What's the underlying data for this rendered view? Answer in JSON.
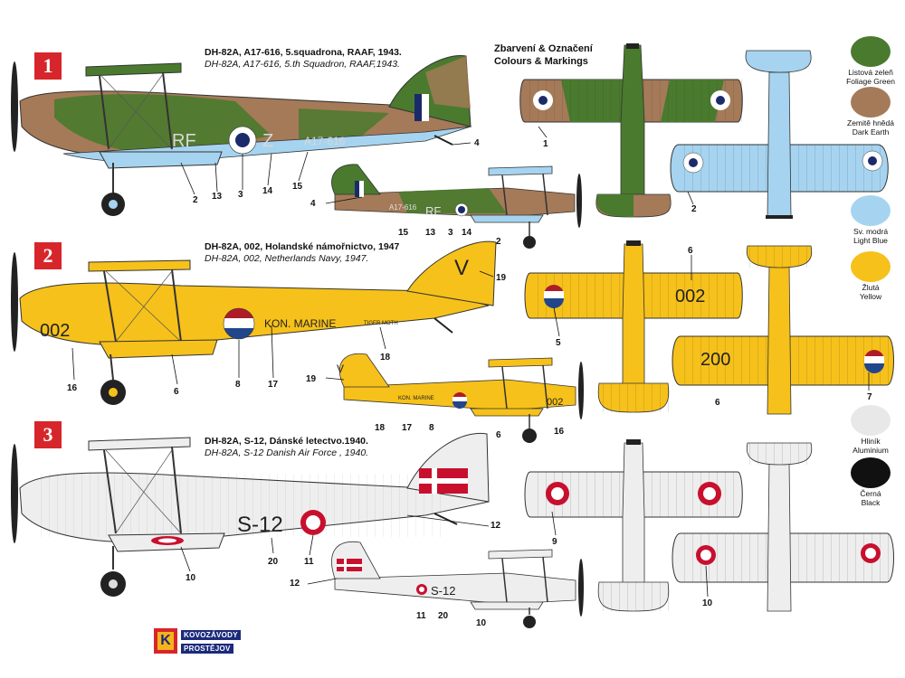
{
  "schemes": [
    {
      "number": "1",
      "title_cz": "DH-82A, A17-616, 5.squadrona, RAAF, 1943.",
      "title_en": "DH-82A, A17-616, 5.th Squadron, RAAF,1943."
    },
    {
      "number": "2",
      "title_cz": "DH-82A, 002, Holandské námořnictvo, 1947",
      "title_en": "DH-82A, 002, Netherlands Navy, 1947."
    },
    {
      "number": "3",
      "title_cz": "DH-82A, S-12, Dánské letectvo.1940.",
      "title_en": "DH-82A, S-12 Danish Air Force , 1940."
    }
  ],
  "header": {
    "line1": "Zbarvení & Označení",
    "line2": "Colours & Markings"
  },
  "colors": [
    {
      "name_cz": "Listová zeleň",
      "name_en": "Foliage Green",
      "hex": "#4a7a2e"
    },
    {
      "name_cz": "Zemitě hnědá",
      "name_en": "Dark Earth",
      "hex": "#a57a58"
    },
    {
      "name_cz": "Sv. modrá",
      "name_en": "Light Blue",
      "hex": "#a6d4f0"
    },
    {
      "name_cz": "Žlutá",
      "name_en": "Yellow",
      "hex": "#f6c11a"
    },
    {
      "name_cz": "Hliník",
      "name_en": "Aluminium",
      "hex": "#e8e8e8"
    },
    {
      "name_cz": "Černá",
      "name_en": "Black",
      "hex": "#111111"
    }
  ],
  "markings": {
    "a1_code": "RF",
    "a1_letter": "Z",
    "a1_serial": "A17-616",
    "a2_code": "002",
    "a2_letter": "V",
    "a2_text": "KON. MARINE",
    "a2_small": "TIGER MOTH",
    "a2_wing": "002",
    "a2_wing2": "200",
    "a3_code": "S-12"
  },
  "callouts": {
    "c1": "1",
    "c2": "2",
    "c3": "3",
    "c4": "4",
    "c5": "5",
    "c6": "6",
    "c7": "7",
    "c8": "8",
    "c9": "9",
    "c10": "10",
    "c11": "11",
    "c12": "12",
    "c13": "13",
    "c14": "14",
    "c15": "15",
    "c16": "16",
    "c17": "17",
    "c18": "18",
    "c19": "19",
    "c20": "20"
  },
  "company": {
    "logo_letter": "K",
    "line1": "KOVOZÁVODY",
    "line2": "PROSTĚJOV"
  }
}
